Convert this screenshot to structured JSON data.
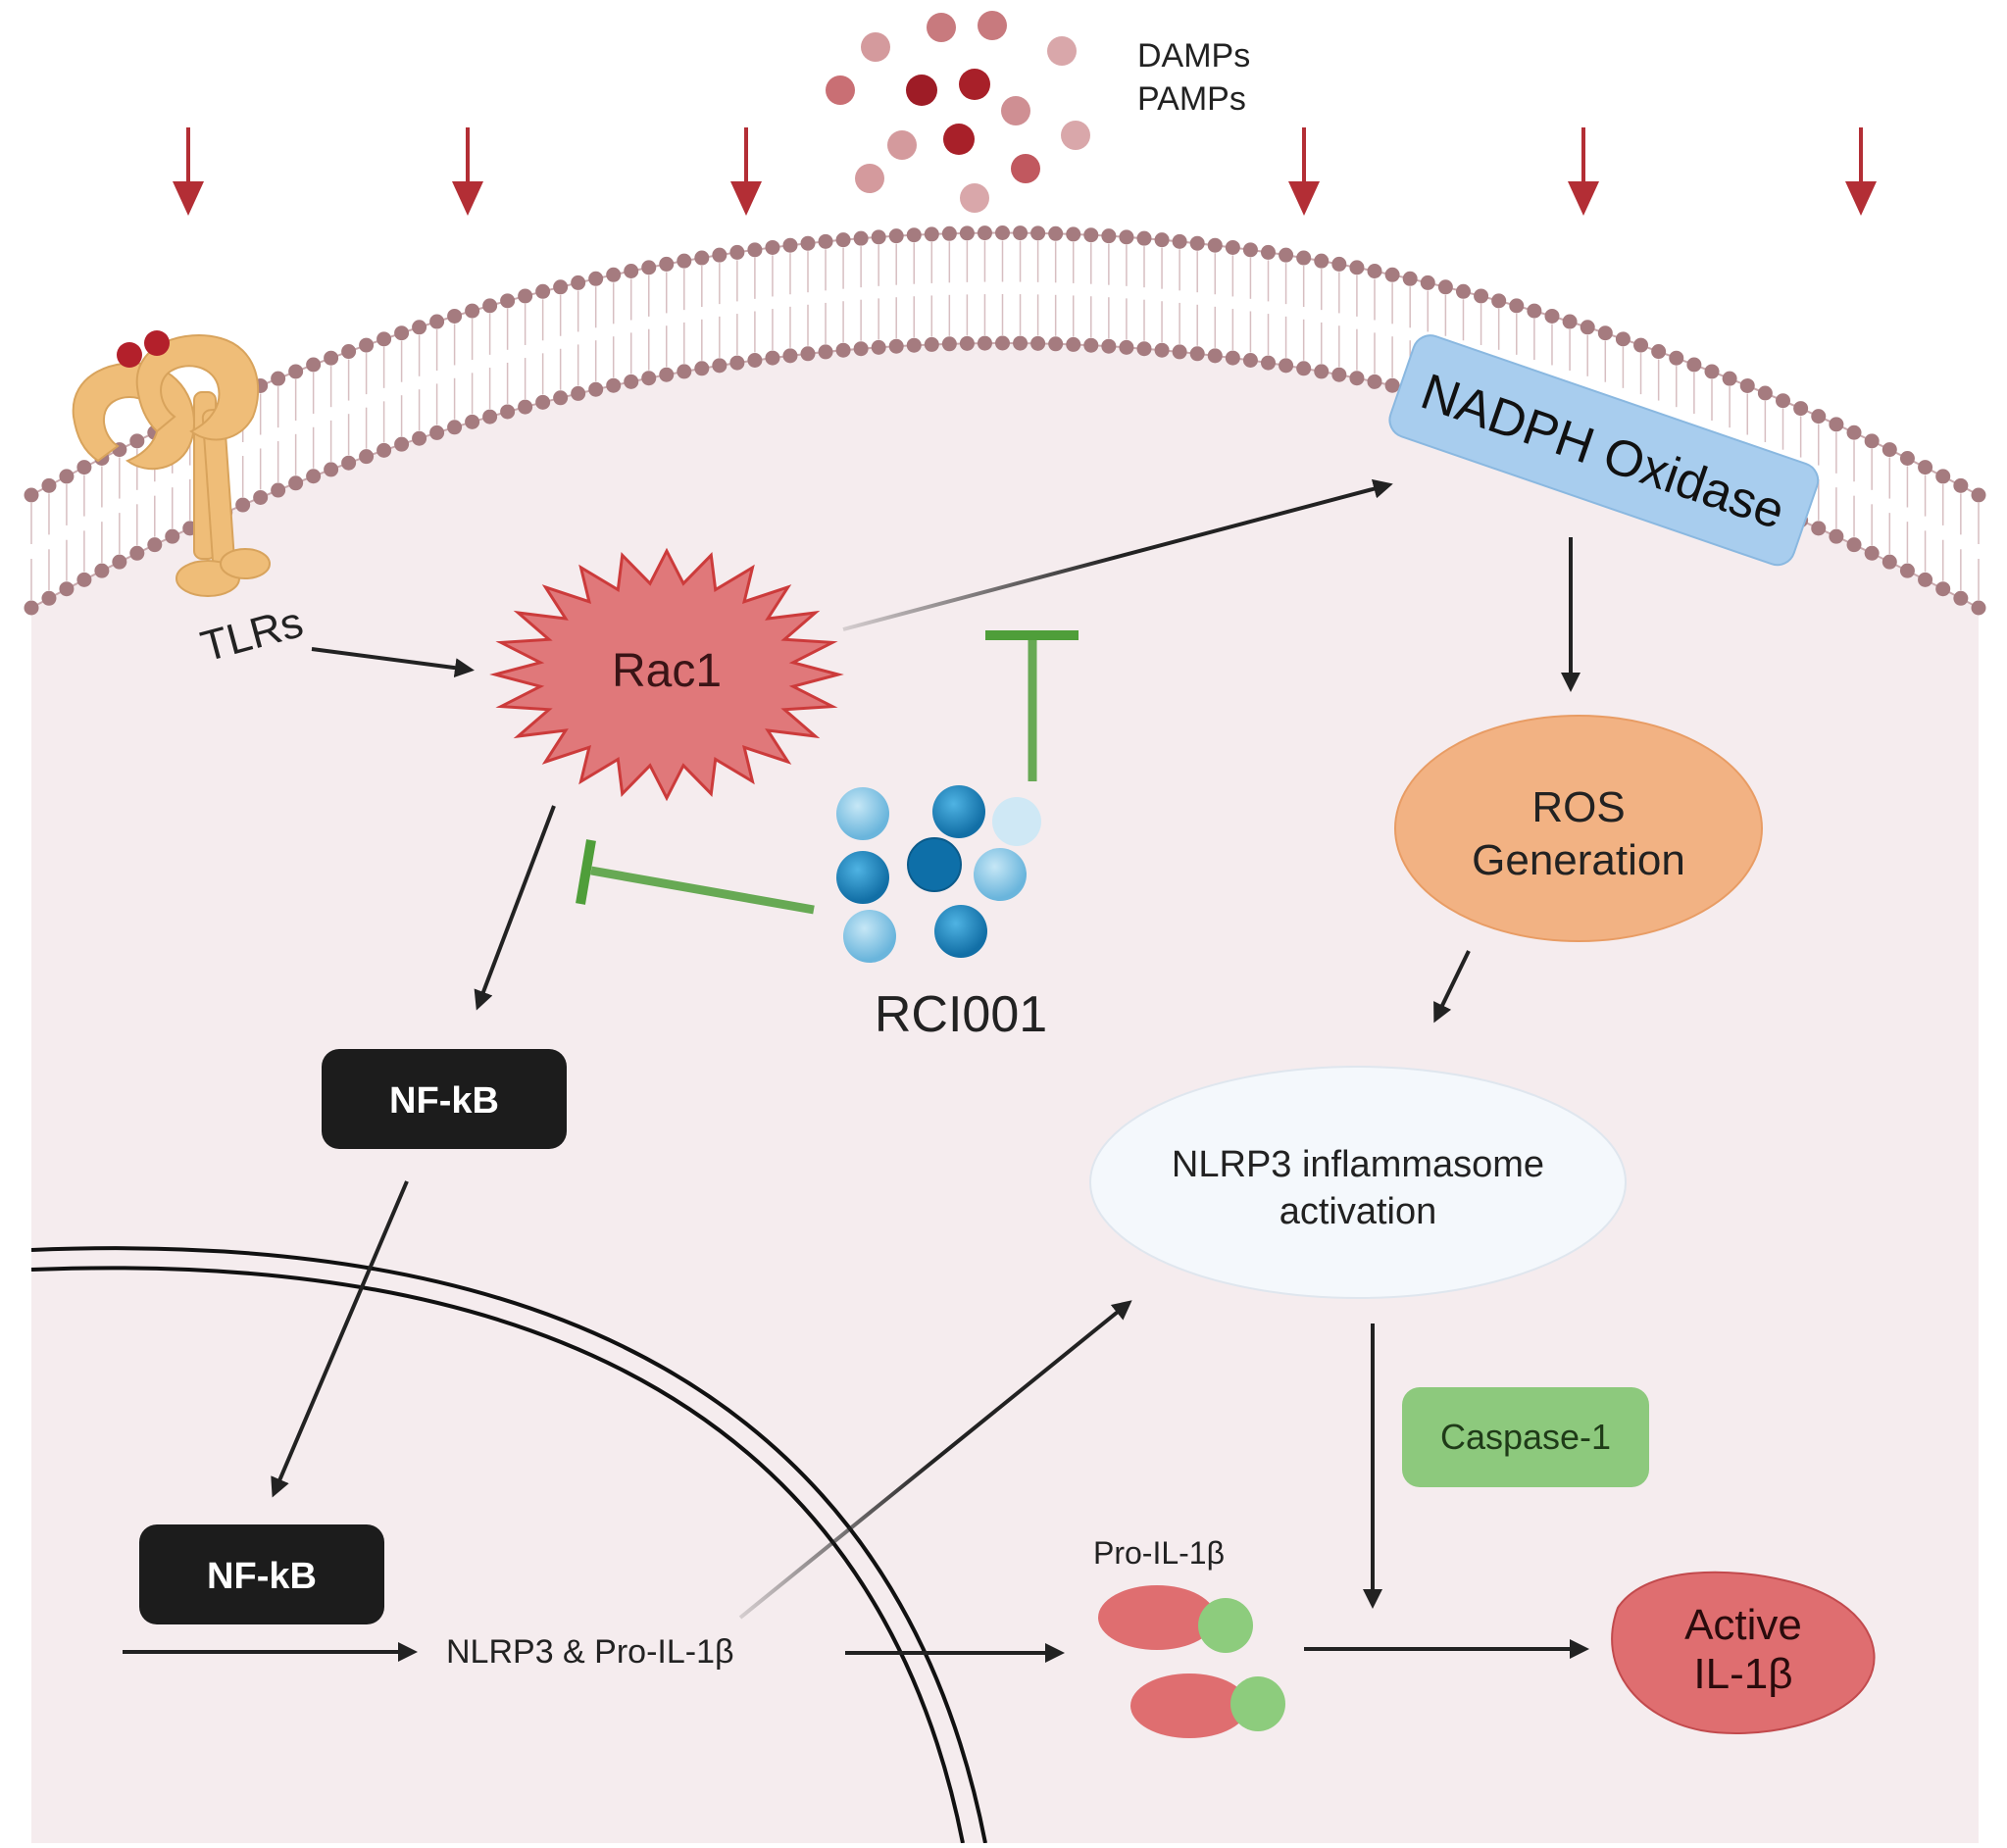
{
  "labels": {
    "damps": "DAMPs",
    "pamps": "PAMPs",
    "tlrs": "TLRs",
    "rac1": "Rac1",
    "nadph": "NADPH Oxidase",
    "ros_line1": "ROS",
    "ros_line2": "Generation",
    "rci001": "RCI001",
    "nfkb_cyto": "NF-kB",
    "nfkb_nuc": "NF-kB",
    "nlrp3_line1": "NLRP3 inflammasome",
    "nlrp3_line2": "activation",
    "caspase": "Caspase-1",
    "pro_il": "Pro-IL-1β",
    "nlrp3_pro": "NLRP3 & Pro-IL-1β",
    "active_line1": "Active",
    "active_line2": "IL-1β"
  },
  "colors": {
    "cell_bg": "#f5ecee",
    "lipid_head": "#a57b7f",
    "arrow_external": "#b32e35",
    "arrow": "#222222",
    "inhibit": "#4f9e3a",
    "rac1_fill": "#e0787a",
    "rac1_stroke": "#cc3b3b",
    "nadph_fill": "#a8cdee",
    "ros_fill": "#f2b283",
    "nlrp3_fill": "#f4f8fc",
    "caspase_fill": "#8dc97d",
    "active_fill": "#df6e70",
    "nfkb_fill": "#1c1c1c",
    "tlr_fill": "#efbd78",
    "rci_dark": "#1d86bf",
    "rci_light": "#8bcbe9"
  }
}
